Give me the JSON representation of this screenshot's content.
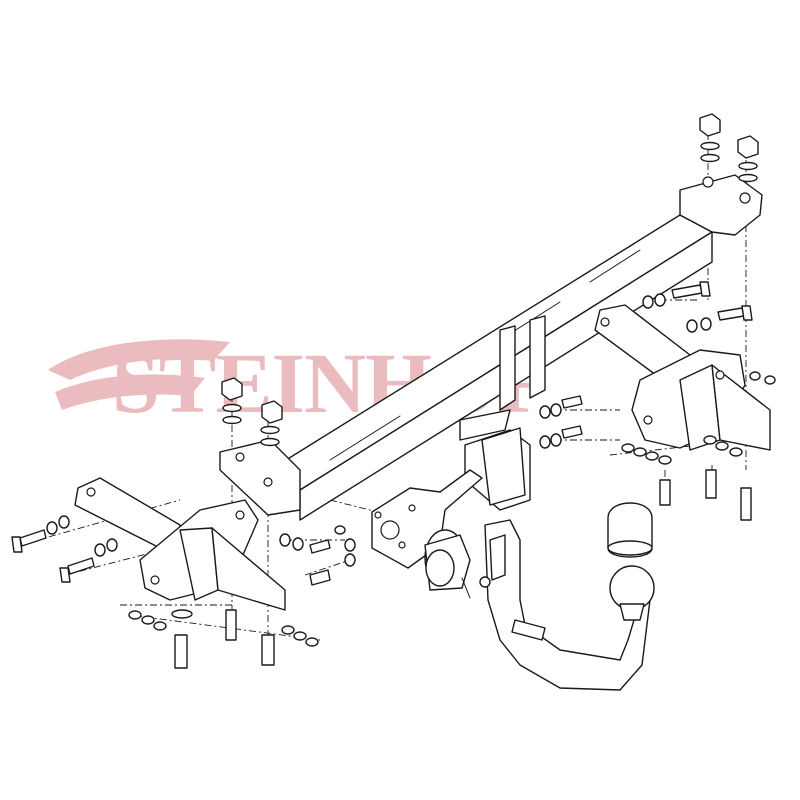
{
  "watermark": {
    "brand": "STEINHOF",
    "color": "#e7b1b4"
  },
  "line_color": "#1a1a1a",
  "background": "#ffffff",
  "parts": [
    "crossbar",
    "right-mounting-bracket",
    "left-mounting-bracket",
    "tow-ball-neck",
    "tow-ball",
    "ball-cover-cap",
    "socket-plate",
    "electrical-socket",
    "center-clamp-bracket"
  ]
}
